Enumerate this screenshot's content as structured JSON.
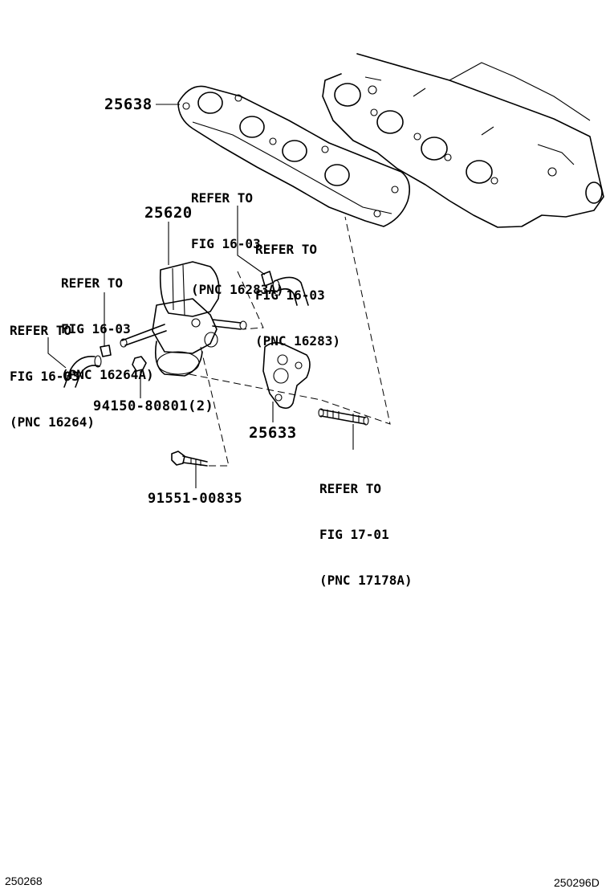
{
  "parts": {
    "p25638": "25638",
    "p25620": "25620",
    "p25633": "25633",
    "p94150": "94150-80801(2)",
    "p91551": "91551-00835"
  },
  "refs": {
    "r16283A": [
      "REFER TO",
      "FIG 16-03",
      "(PNC 16283A)"
    ],
    "r16283": [
      "REFER TO",
      "FIG 16-03",
      "(PNC 16283)"
    ],
    "r16264A": [
      "REFER TO",
      "FIG 16-03",
      "(PNC 16264A)"
    ],
    "r16264": [
      "REFER TO",
      "FIG 16-03",
      "(PNC 16264)"
    ],
    "r17178A": [
      "REFER TO",
      "FIG 17-01",
      "(PNC 17178A)"
    ]
  },
  "footer": {
    "left_code": "250268",
    "right_code": "250296D"
  }
}
